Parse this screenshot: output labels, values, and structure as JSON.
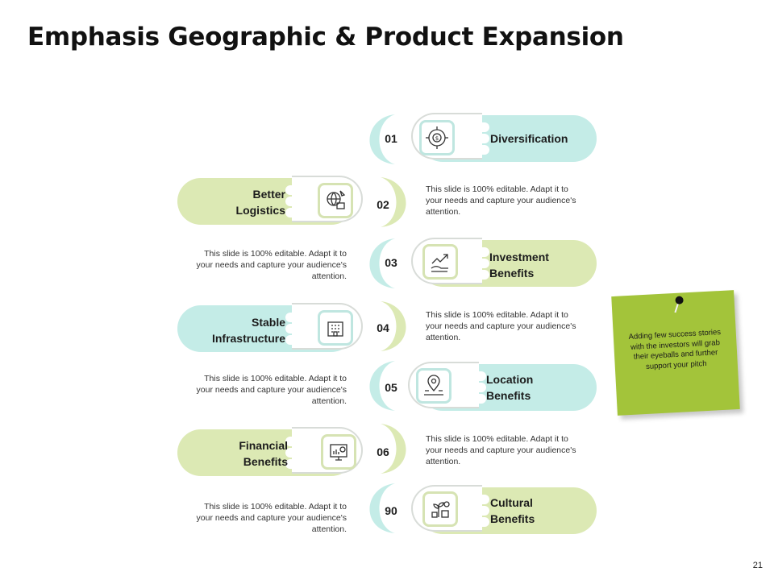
{
  "title": "Emphasis Geographic & Product Expansion",
  "page_number": "21",
  "items": [
    {
      "number": "01",
      "label_line1": "Diversification",
      "label_line2": "",
      "icon": "target-dollar-icon",
      "side": "right",
      "description": ""
    },
    {
      "number": "02",
      "label_line1": "Better",
      "label_line2": "Logistics",
      "icon": "logistics-globe-icon",
      "side": "left",
      "description": "This slide is 100% editable. Adapt it to your needs and capture your audience's attention."
    },
    {
      "number": "03",
      "label_line1": "Investment",
      "label_line2": "Benefits",
      "icon": "investment-growth-icon",
      "side": "right",
      "description": "This slide is 100% editable. Adapt it to your needs and capture your audience's attention."
    },
    {
      "number": "04",
      "label_line1": "Stable",
      "label_line2": "Infrastructure",
      "icon": "building-icon",
      "side": "left",
      "description": "This slide is 100% editable. Adapt it to your needs and capture your audience's attention."
    },
    {
      "number": "05",
      "label_line1": "Location",
      "label_line2": "Benefits",
      "icon": "location-pin-icon",
      "side": "right",
      "description": "This slide is 100% editable. Adapt it to your needs and capture your audience's attention."
    },
    {
      "number": "06",
      "label_line1": "Financial",
      "label_line2": "Benefits",
      "icon": "financial-chart-icon",
      "side": "left",
      "description": "This slide is 100% editable. Adapt it to your needs and capture your audience's attention."
    },
    {
      "number": "90",
      "label_line1": "Cultural",
      "label_line2": "Benefits",
      "icon": "cultural-growth-icon",
      "side": "right",
      "description": "This slide is 100% editable. Adapt it to your needs and capture your audience's attention."
    }
  ],
  "note": {
    "text": "Adding few success stories with the investors will grab their eyeballs and further support your pitch"
  },
  "colors": {
    "blue": "#c4ece7",
    "green": "#dce9b4",
    "note": "#a3c43a"
  }
}
